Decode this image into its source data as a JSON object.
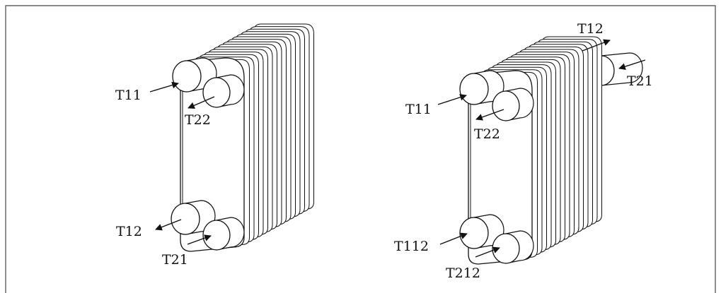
{
  "figure": {
    "left_exchanger": {
      "labels": {
        "t11": "T11",
        "t22": "T22",
        "t12": "T12",
        "t21": "T21"
      }
    },
    "right_exchanger": {
      "labels": {
        "t11": "T11",
        "t22": "T22",
        "t12": "T12",
        "t21": "T21",
        "t112": "T112",
        "t212": "T212"
      }
    }
  }
}
